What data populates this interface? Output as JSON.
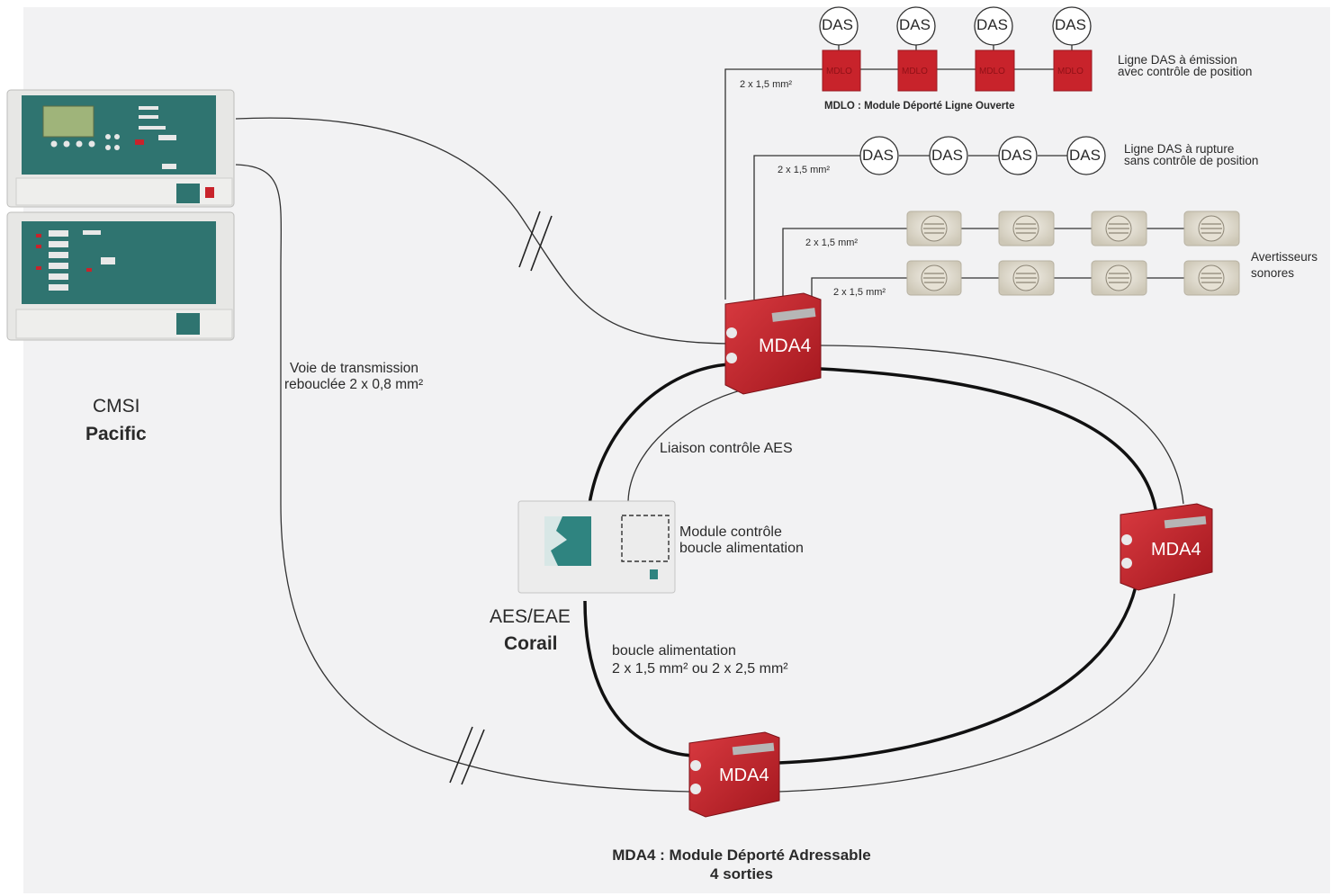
{
  "labels": {
    "das": "DAS",
    "mdlo_box": "MDLO",
    "mda4": "MDA4",
    "wire_2x15": "2 x 1,5 mm²",
    "mdlo_caption": "MDLO : Module Déporté Ligne Ouverte",
    "line_emission_1": "Ligne DAS à émission",
    "line_emission_2": "avec contrôle de position",
    "line_rupture_1": "Ligne DAS à rupture",
    "line_rupture_2": "sans contrôle de position",
    "sounders_1": "Avertisseurs",
    "sounders_2": "sonores",
    "voie_1": "Voie de transmission",
    "voie_2": "rebouclée 2 x 0,8 mm²",
    "cmsi": "CMSI",
    "pacific": "Pacific",
    "liaison": "Liaison contrôle AES",
    "module_1": "Module contrôle",
    "module_2": "boucle alimentation",
    "aes": "AES/EAE",
    "corail": "Corail",
    "boucle_1": "boucle alimentation",
    "boucle_2": "2 x 1,5 mm² ou 2 x 2,5 mm²",
    "mda4_caption_1": "MDA4 : Module Déporté Adressable",
    "mda4_caption_2": "4 sorties"
  },
  "colors": {
    "red_box": "#c8232b",
    "red_dark": "#9a1a20",
    "teal": "#2c7b78",
    "panel": "#eeeeee",
    "sounder": "#d8d2c2"
  }
}
